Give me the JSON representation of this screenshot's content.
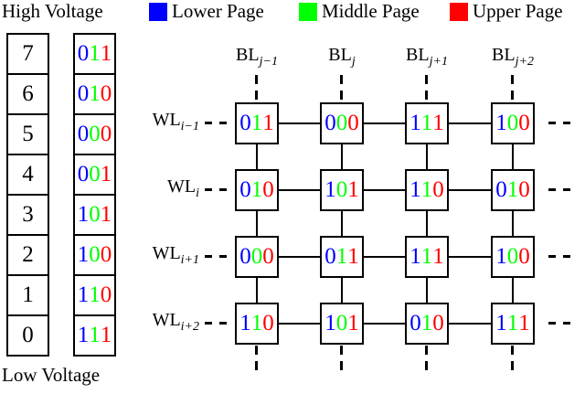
{
  "colors": {
    "lower": "#0000ff",
    "middle": "#00ff00",
    "upper": "#ff0000",
    "line": "#000000"
  },
  "legend": {
    "items": [
      {
        "key": "lower",
        "label": "Lower Page"
      },
      {
        "key": "middle",
        "label": "Middle Page"
      },
      {
        "key": "upper",
        "label": "Upper Page"
      }
    ]
  },
  "voltage_scale": {
    "high_label": "High Voltage",
    "low_label": "Low Voltage",
    "levels": [
      {
        "level": "7",
        "code": "011"
      },
      {
        "level": "6",
        "code": "010"
      },
      {
        "level": "5",
        "code": "000"
      },
      {
        "level": "4",
        "code": "001"
      },
      {
        "level": "3",
        "code": "101"
      },
      {
        "level": "2",
        "code": "100"
      },
      {
        "level": "1",
        "code": "110"
      },
      {
        "level": "0",
        "code": "111"
      }
    ]
  },
  "array_diagram": {
    "bitlines": [
      {
        "base": "BL",
        "sub": "j−1"
      },
      {
        "base": "BL",
        "sub": "j"
      },
      {
        "base": "BL",
        "sub": "j+1"
      },
      {
        "base": "BL",
        "sub": "j+2"
      }
    ],
    "wordlines": [
      {
        "base": "WL",
        "sub": "i−1"
      },
      {
        "base": "WL",
        "sub": "i"
      },
      {
        "base": "WL",
        "sub": "i+1"
      },
      {
        "base": "WL",
        "sub": "i+2"
      }
    ],
    "cells": [
      [
        "011",
        "000",
        "111",
        "100"
      ],
      [
        "010",
        "101",
        "110",
        "010"
      ],
      [
        "000",
        "011",
        "111",
        "100"
      ],
      [
        "110",
        "101",
        "010",
        "111"
      ]
    ]
  }
}
